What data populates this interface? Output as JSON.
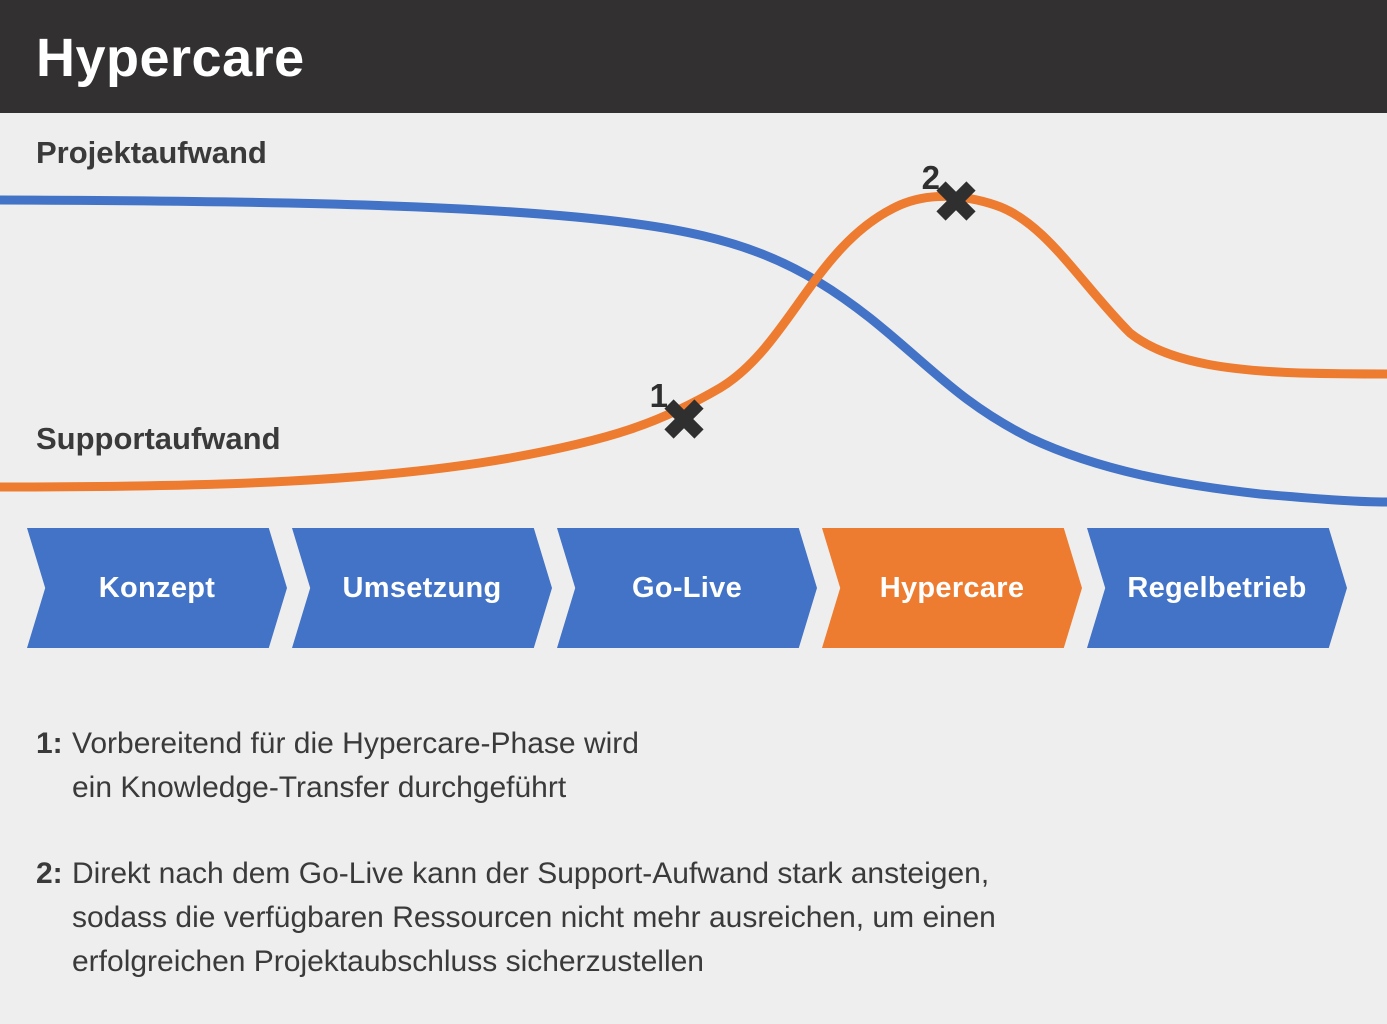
{
  "header": {
    "title": "Hypercare"
  },
  "colors": {
    "header_bg": "#323031",
    "page_bg": "#EFEEEE",
    "blue": "#4273C6",
    "orange": "#ED7C30",
    "text_dark": "#3A3A3A",
    "marker": "#2F2F2F",
    "phase_text": "#FFFFFF"
  },
  "chart": {
    "top_label": "Projektaufwand",
    "bottom_label": "Supportaufwand",
    "markers": [
      {
        "id": "1",
        "meaning": "Knowledge-Transfer vor der Hypercare-Phase",
        "position": "on rising Supportaufwand curve near Go-Live"
      },
      {
        "id": "2",
        "meaning": "Peak des Support-Aufwands nach Go-Live",
        "position": "at peak of Supportaufwand curve during Hypercare"
      }
    ],
    "curves": [
      {
        "name": "Projektaufwand",
        "color_key": "blue",
        "shape": "starts high and flat, falls steeply around Go-Live/Hypercare, levels off low at Regelbetrieb"
      },
      {
        "name": "Supportaufwand",
        "color_key": "orange",
        "shape": "starts low and flat, rises toward Go-Live (marker 1), peaks during Hypercare (marker 2), settles at medium level"
      }
    ]
  },
  "phases": [
    {
      "label": "Konzept",
      "color_key": "blue"
    },
    {
      "label": "Umsetzung",
      "color_key": "blue"
    },
    {
      "label": "Go-Live",
      "color_key": "blue"
    },
    {
      "label": "Hypercare",
      "color_key": "orange"
    },
    {
      "label": "Regelbetrieb",
      "color_key": "blue"
    }
  ],
  "annotations": [
    {
      "num": "1:",
      "lines": [
        "Vorbereitend für die Hypercare-Phase wird",
        "ein Knowledge-Transfer durchgeführt"
      ]
    },
    {
      "num": "2:",
      "lines": [
        "Direkt nach dem Go-Live kann der Support-Aufwand stark ansteigen,",
        "sodass die verfügbaren Ressourcen nicht mehr ausreichen, um einen",
        "erfolgreichen Projektaubschluss sicherzustellen"
      ]
    }
  ]
}
